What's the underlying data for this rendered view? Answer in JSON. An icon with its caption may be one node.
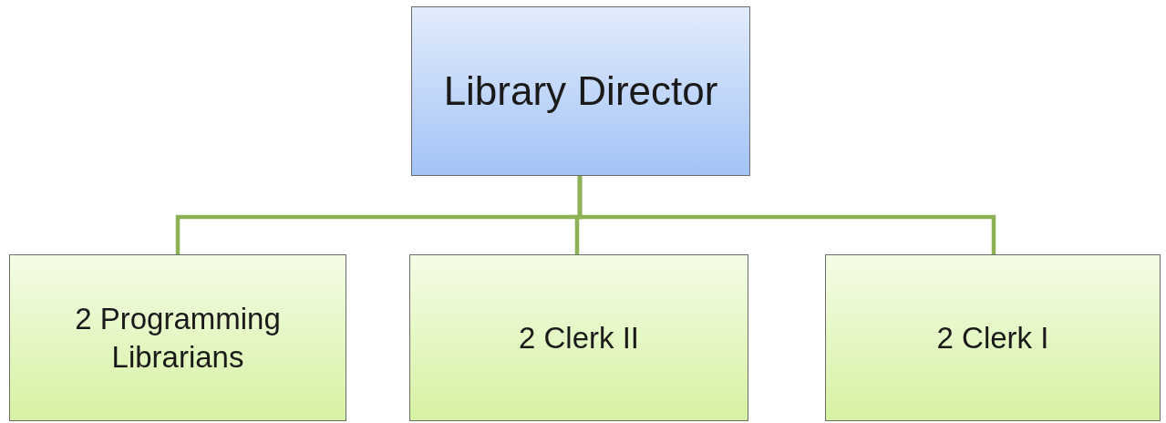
{
  "diagram": {
    "nodes": [
      {
        "text": [
          "Library Director"
        ]
      },
      {
        "text": [
          "2 Programming Librarians"
        ]
      },
      {
        "text": [
          "2 Clerk II"
        ]
      },
      {
        "text": [
          "2 Clerk I"
        ]
      }
    ],
    "edges": [
      {
        "from": 0,
        "to": 1,
        "arrow": "none"
      },
      {
        "from": 0,
        "to": 2,
        "arrow": "none"
      },
      {
        "from": 0,
        "to": 3,
        "arrow": "none"
      }
    ]
  }
}
